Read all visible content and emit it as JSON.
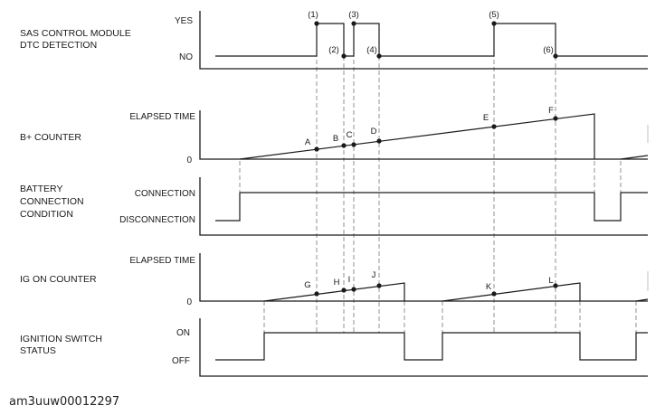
{
  "panels": {
    "sas": {
      "label_lines": [
        "SAS CONTROL MODULE",
        "DTC DETECTION"
      ],
      "ticks": [
        "YES",
        "NO"
      ]
    },
    "bplus": {
      "label_lines": [
        "B+ COUNTER"
      ],
      "ticks": [
        "ELAPSED TIME",
        "0"
      ]
    },
    "battery": {
      "label_lines": [
        "BATTERY",
        "CONNECTION",
        "CONDITION"
      ],
      "ticks": [
        "CONNECTION",
        "DISCONNECTION"
      ]
    },
    "igon": {
      "label_lines": [
        "IG ON COUNTER"
      ],
      "ticks": [
        "ELAPSED TIME",
        "0"
      ]
    },
    "ignition": {
      "label_lines": [
        "IGNITION SWITCH",
        "STATUS"
      ],
      "ticks": [
        "ON",
        "OFF"
      ]
    }
  },
  "event_labels": [
    "(1)",
    "(2)",
    "(3)",
    "(4)",
    "(5)",
    "(6)"
  ],
  "bplus_points": [
    "A",
    "B",
    "C",
    "D",
    "E",
    "F"
  ],
  "igon_points": [
    "G",
    "H",
    "I",
    "J",
    "K",
    "L"
  ],
  "document_id": "am3uuw00012297"
}
